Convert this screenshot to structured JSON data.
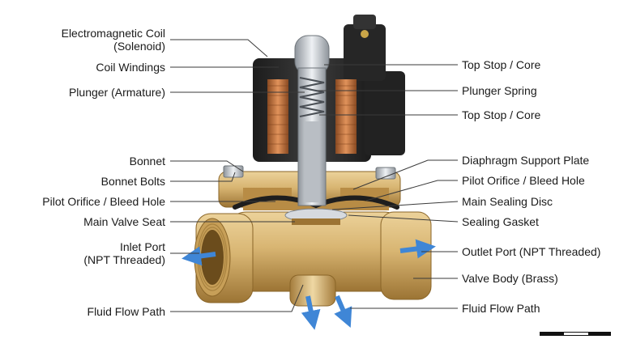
{
  "labels_left": [
    {
      "id": "electromagnetic-coil",
      "lines": [
        "Electromagnetic Coil",
        "(Solenoid)"
      ]
    },
    {
      "id": "coil-windings",
      "lines": [
        "Coil Windings"
      ]
    },
    {
      "id": "plunger-armature",
      "lines": [
        "Plunger (Armature)"
      ]
    },
    {
      "id": "bonnet",
      "lines": [
        "Bonnet"
      ]
    },
    {
      "id": "bonnet-bolts",
      "lines": [
        "Bonnet Bolts"
      ]
    },
    {
      "id": "pilot-orifice-left",
      "lines": [
        "Pilot Orifice / Bleed Hole"
      ]
    },
    {
      "id": "main-valve-seat",
      "lines": [
        "Main Valve Seat"
      ]
    },
    {
      "id": "inlet-port",
      "lines": [
        "Inlet Port",
        "(NPT Threaded)"
      ]
    },
    {
      "id": "fluid-flow-path-left",
      "lines": [
        "Fluid Flow Path"
      ]
    }
  ],
  "labels_right": [
    {
      "id": "top-stop-core-1",
      "lines": [
        "Top Stop / Core"
      ]
    },
    {
      "id": "plunger-spring",
      "lines": [
        "Plunger Spring"
      ]
    },
    {
      "id": "top-stop-core-2",
      "lines": [
        "Top Stop / Core"
      ]
    },
    {
      "id": "diaphragm-support-plate",
      "lines": [
        "Diaphragm Support Plate"
      ]
    },
    {
      "id": "pilot-orifice-right",
      "lines": [
        "Pilot Orifice / Bleed Hole"
      ]
    },
    {
      "id": "main-sealing-disc",
      "lines": [
        "Main Sealing Disc"
      ]
    },
    {
      "id": "sealing-gasket",
      "lines": [
        "Sealing Gasket"
      ]
    },
    {
      "id": "outlet-port",
      "lines": [
        "Outlet Port (NPT Threaded)"
      ]
    },
    {
      "id": "valve-body",
      "lines": [
        "Valve Body (Brass)"
      ]
    },
    {
      "id": "fluid-flow-path-right",
      "lines": [
        "Fluid Flow Path"
      ]
    }
  ],
  "colors": {
    "brass": "#d8b572",
    "brass_dark": "#a07a3a",
    "coil_housing": "#2b2b2b",
    "copper": "#c0703a",
    "steel": "#c9cdd2",
    "flow_arrow": "#3f86d6",
    "leader": "#3a3a3a"
  }
}
